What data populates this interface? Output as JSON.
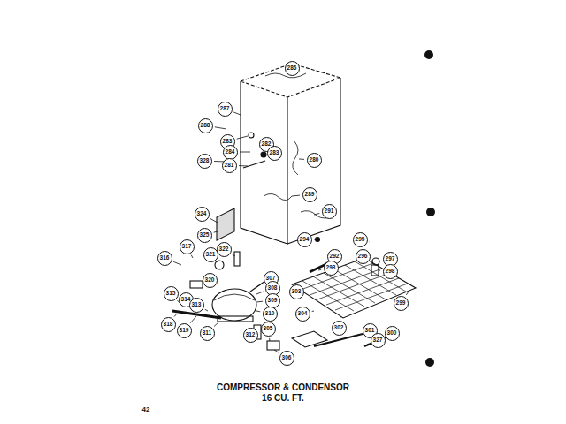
{
  "diagram": {
    "title": "COMPRESSOR & CONDENSOR",
    "labels": [
      "286",
      "287",
      "288",
      "283",
      "284",
      "328",
      "281",
      "282",
      "283",
      "280",
      "289",
      "291",
      "324",
      "325",
      "294",
      "295",
      "292",
      "296",
      "297",
      "298",
      "293",
      "317",
      "316",
      "321",
      "322",
      "320",
      "307",
      "308",
      "309",
      "303",
      "304",
      "299",
      "302",
      "301",
      "300",
      "327",
      "310",
      "312",
      "311",
      "315",
      "314",
      "313",
      "318",
      "319",
      "306",
      "305",
      "16 CU. FT.",
      "42"
    ]
  }
}
